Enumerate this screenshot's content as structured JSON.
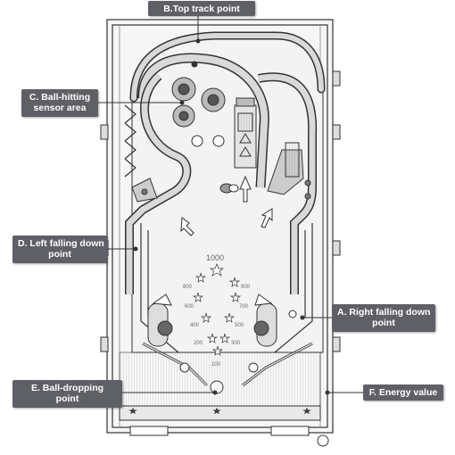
{
  "colors": {
    "callout_bg": "#5f6065",
    "callout_text": "#ffffff",
    "line": "#333333",
    "table_fill": "#f3f3f3",
    "rail_fill": "#d9d9d9"
  },
  "callouts": {
    "top_track": "B.Top track point",
    "sensor_line1": "C. Ball-hitting",
    "sensor_line2": "sensor area",
    "left_fall_line1": "D. Left falling down",
    "left_fall_line2": "point",
    "right_fall_line1": "A. Right falling down",
    "right_fall_line2": "point",
    "drop_line1": "E. Ball-dropping",
    "drop_line2": "point",
    "energy": "F. Energy value"
  },
  "playfield": {
    "score_top": "1000",
    "scores_left": [
      "800",
      "600",
      "400",
      "200"
    ],
    "scores_right": [
      "900",
      "700",
      "500",
      "300"
    ],
    "score_bottom": "100"
  }
}
